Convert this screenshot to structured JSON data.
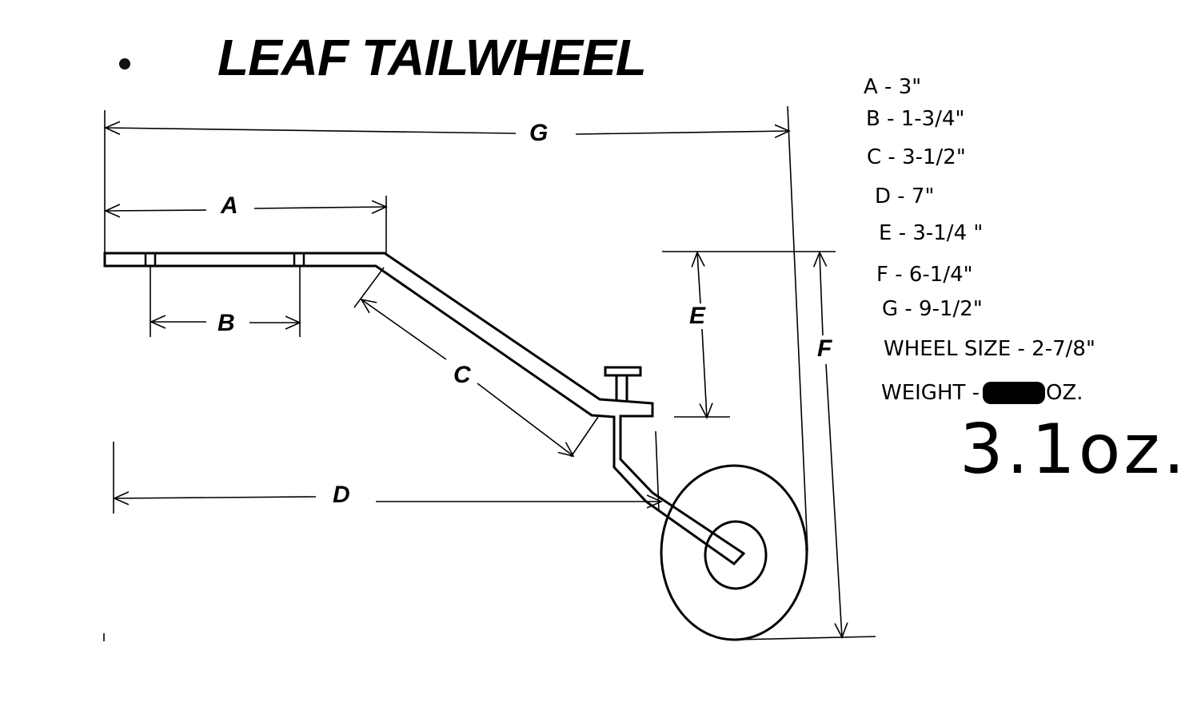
{
  "title": "LEAF TAILWHEEL",
  "dimension_labels": {
    "a": "A",
    "b": "B",
    "c": "C",
    "d": "D",
    "e": "E",
    "f": "F",
    "g": "G"
  },
  "specs": {
    "a": "A - 3\"",
    "b": "B - 1-3/4\"",
    "c": "C - 3-1/2\"",
    "d": "D - 7\"",
    "e": "E - 3-1/4 \"",
    "f": "F - 6-1/4\"",
    "g": "G - 9-1/2\"",
    "wheel_size": "WHEEL SIZE - 2-7/8\"",
    "weight_prefix": "WEIGHT -",
    "weight_unit": "OZ."
  },
  "handwritten_weight": "3.1oz.",
  "colors": {
    "ink": "#000000",
    "background": "#ffffff"
  }
}
